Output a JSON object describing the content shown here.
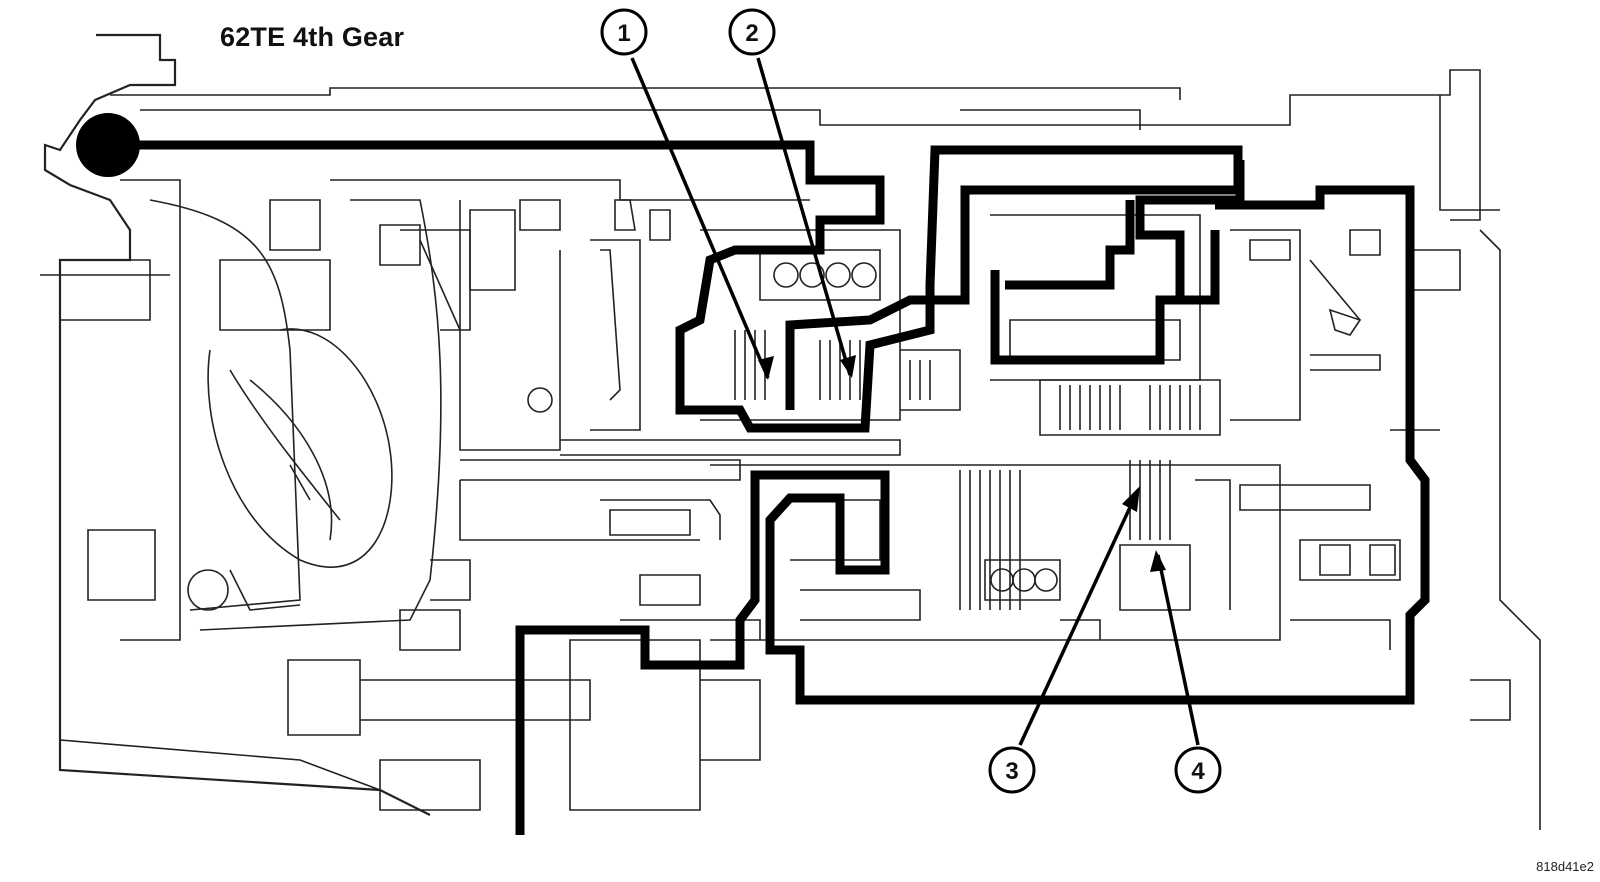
{
  "diagram": {
    "title": "62TE 4th Gear",
    "figure_code": "818d41e2",
    "callouts": [
      {
        "id": "1",
        "label": "1"
      },
      {
        "id": "2",
        "label": "2"
      },
      {
        "id": "3",
        "label": "3"
      },
      {
        "id": "4",
        "label": "4"
      }
    ],
    "colors": {
      "line": "#000000",
      "background": "#ffffff"
    }
  }
}
